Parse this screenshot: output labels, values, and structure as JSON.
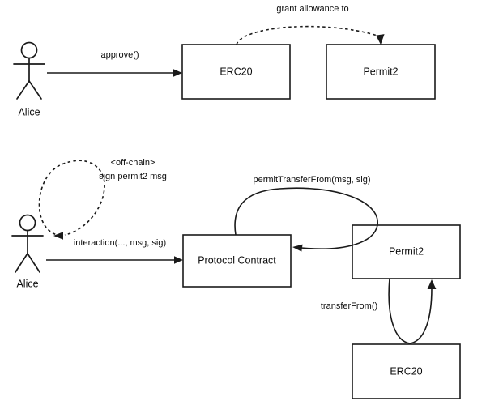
{
  "diagram": {
    "title": "Permit2 approval and transfer flow",
    "background_color": "#ffffff",
    "stroke_color": "#1a1a1a",
    "text_color": "#0d0d0d",
    "sections": [
      {
        "name": "approval-flow",
        "nodes": [
          {
            "id": "actor-alice-top",
            "type": "actor",
            "label": "Alice"
          },
          {
            "id": "erc20-top",
            "type": "box",
            "label": "ERC20"
          },
          {
            "id": "permit2-top",
            "type": "box",
            "label": "Permit2"
          }
        ],
        "edges": [
          {
            "id": "approve-edge",
            "label": "approve()",
            "style": "solid",
            "from": "actor-alice-top",
            "to": "erc20-top"
          },
          {
            "id": "grant-allowance-edge",
            "label": "grant allowance to",
            "style": "dashed",
            "from": "erc20-top",
            "to": "permit2-top"
          }
        ]
      },
      {
        "name": "transfer-flow",
        "nodes": [
          {
            "id": "actor-alice-bottom",
            "type": "actor",
            "label": "Alice"
          },
          {
            "id": "protocol-contract",
            "type": "box",
            "label": "Protocol Contract"
          },
          {
            "id": "permit2-bottom",
            "type": "box",
            "label": "Permit2"
          },
          {
            "id": "erc20-bottom",
            "type": "box",
            "label": "ERC20"
          }
        ],
        "edges": [
          {
            "id": "offchain-sign-edge",
            "label_line1": "<off-chain>",
            "label_line2": "sign permit2 msg",
            "style": "dashed",
            "from": "actor-alice-bottom",
            "to": "actor-alice-bottom"
          },
          {
            "id": "interaction-edge",
            "label": "interaction(..., msg, sig)",
            "style": "solid",
            "from": "actor-alice-bottom",
            "to": "protocol-contract"
          },
          {
            "id": "permit-transfer-from-edge",
            "label": "permitTransferFrom(msg, sig)",
            "style": "solid",
            "from": "protocol-contract",
            "to": "protocol-contract"
          },
          {
            "id": "transfer-from-edge",
            "label": "transferFrom()",
            "style": "solid",
            "from": "permit2-bottom",
            "to": "permit2-bottom"
          }
        ]
      }
    ]
  },
  "labels": {
    "alice_top": "Alice",
    "alice_bottom": "Alice",
    "erc20_top": "ERC20",
    "permit2_top": "Permit2",
    "protocol_contract": "Protocol Contract",
    "permit2_bottom": "Permit2",
    "erc20_bottom": "ERC20",
    "approve": "approve()",
    "grant_allowance_to": "grant allowance to",
    "offchain_tag": "<off-chain>",
    "sign_permit2_msg": "sign permit2 msg",
    "interaction": "interaction(..., msg, sig)",
    "permit_transfer_from": "permitTransferFrom(msg, sig)",
    "transfer_from": "transferFrom()"
  }
}
